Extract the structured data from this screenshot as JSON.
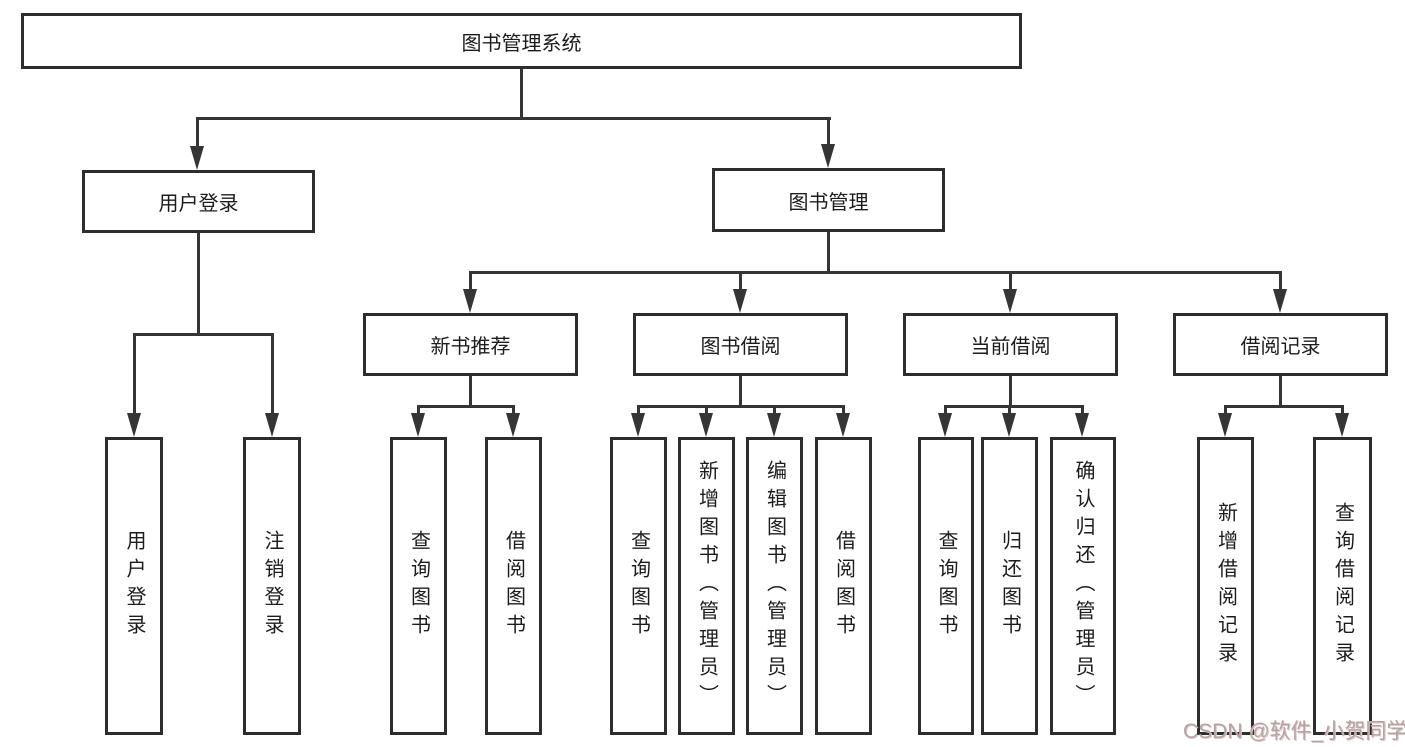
{
  "diagram": {
    "title": "图书管理系统",
    "root": {
      "label": "图书管理系统"
    },
    "level2": [
      {
        "label": "用户登录"
      },
      {
        "label": "图书管理"
      }
    ],
    "level3": [
      {
        "label": "新书推荐"
      },
      {
        "label": "图书借阅"
      },
      {
        "label": "当前借阅"
      },
      {
        "label": "借阅记录"
      }
    ],
    "leaves": {
      "user_login": [
        {
          "label": "用户登录"
        },
        {
          "label": "注销登录"
        }
      ],
      "new_book": [
        {
          "label": "查询图书"
        },
        {
          "label": "借阅图书"
        }
      ],
      "book_borrow": [
        {
          "label": "查询图书"
        },
        {
          "label": "新增图书（管理员）"
        },
        {
          "label": "编辑图书（管理员）"
        },
        {
          "label": "借阅图书"
        }
      ],
      "current_borrow": [
        {
          "label": "查询图书"
        },
        {
          "label": "归还图书"
        },
        {
          "label": "确认归还（管理员）"
        }
      ],
      "borrow_records": [
        {
          "label": "新增借阅记录"
        },
        {
          "label": "查询借阅记录"
        }
      ]
    }
  },
  "watermark": {
    "text": "CSDN @软件_小贺同学"
  },
  "colors": {
    "line": "#353535",
    "border": "#2d2d2d",
    "text": "#1c1c1c",
    "background": "#ffffff",
    "watermark": "#b3a3a3"
  }
}
